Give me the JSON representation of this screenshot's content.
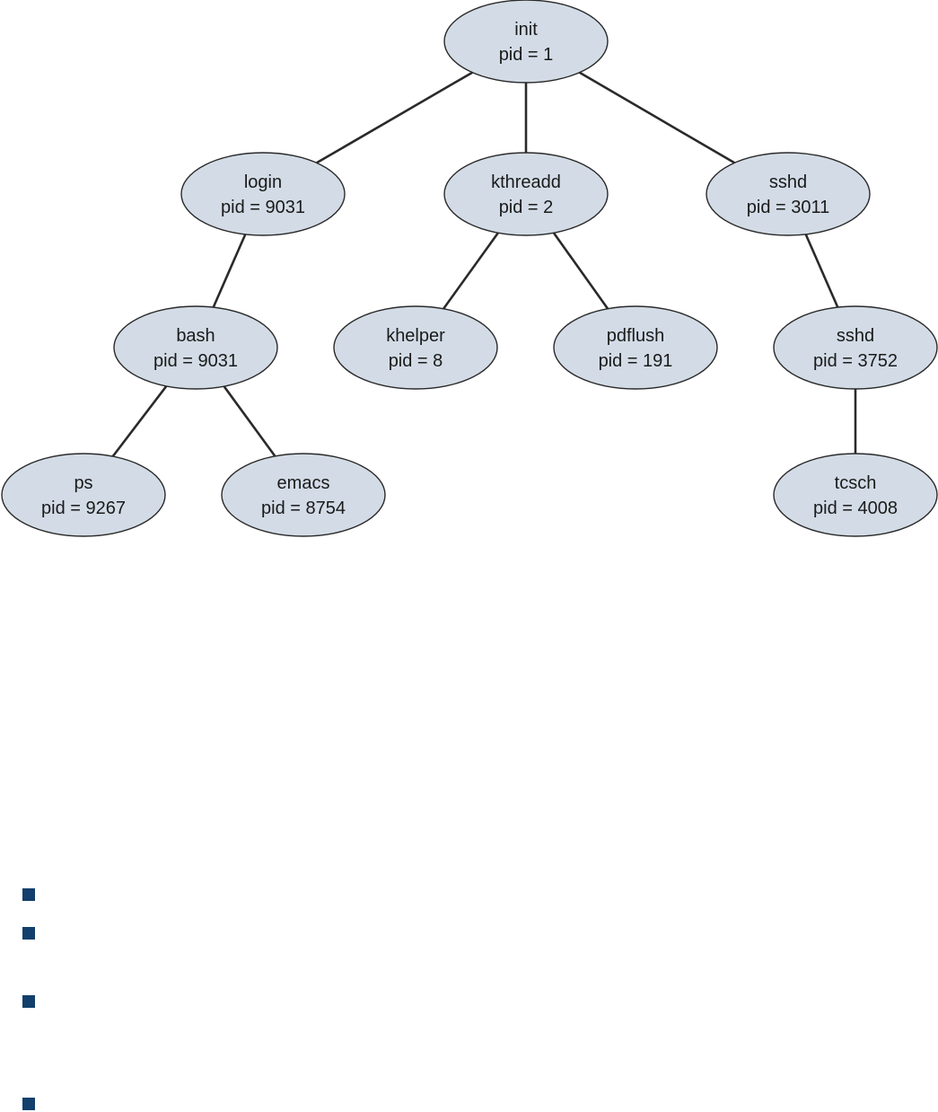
{
  "diagram": {
    "nodes": [
      {
        "id": "init",
        "name": "init",
        "pid_label": "pid = 1",
        "parent": null
      },
      {
        "id": "login",
        "name": "login",
        "pid_label": "pid = 9031",
        "parent": "init"
      },
      {
        "id": "kthreadd",
        "name": "kthreadd",
        "pid_label": "pid = 2",
        "parent": "init"
      },
      {
        "id": "sshd-3011",
        "name": "sshd",
        "pid_label": "pid = 3011",
        "parent": "init"
      },
      {
        "id": "bash",
        "name": "bash",
        "pid_label": "pid = 9031",
        "parent": "login"
      },
      {
        "id": "khelper",
        "name": "khelper",
        "pid_label": "pid = 8",
        "parent": "kthreadd"
      },
      {
        "id": "pdflush",
        "name": "pdflush",
        "pid_label": "pid = 191",
        "parent": "kthreadd"
      },
      {
        "id": "sshd-3752",
        "name": "sshd",
        "pid_label": "pid = 3752",
        "parent": "sshd-3011"
      },
      {
        "id": "ps",
        "name": "ps",
        "pid_label": "pid = 9267",
        "parent": "bash"
      },
      {
        "id": "emacs",
        "name": "emacs",
        "pid_label": "pid = 8754",
        "parent": "bash"
      },
      {
        "id": "tcsch",
        "name": "tcsch",
        "pid_label": "pid = 4008",
        "parent": "sshd-3752"
      }
    ]
  },
  "colors": {
    "node_fill": "#d3dce6",
    "node_stroke": "#2a2a2a",
    "edge": "#2a2a2a",
    "bullet": "#123f6b"
  },
  "bullet_list": {
    "count": 4
  }
}
